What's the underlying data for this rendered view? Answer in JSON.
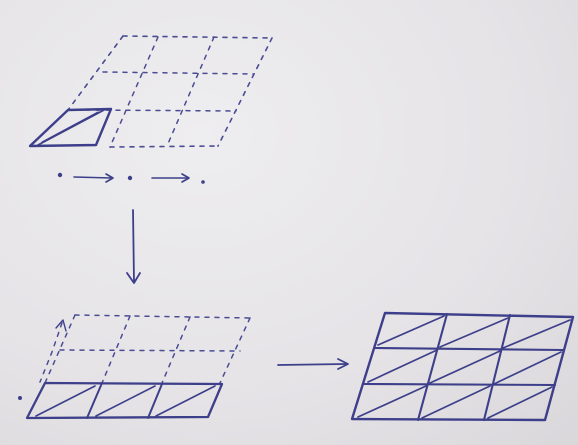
{
  "ink_color": "#3d3f8a",
  "paper_color": "#e6e4e6",
  "diagram": {
    "top_grid": {
      "rows": 3,
      "cols": 3,
      "filled_cells": 1
    },
    "bottom_left_grid": {
      "rows": 3,
      "cols": 3,
      "filled_row": "bottom"
    },
    "bottom_right_grid": {
      "rows": 3,
      "cols": 3,
      "filled_rows": 3
    }
  }
}
